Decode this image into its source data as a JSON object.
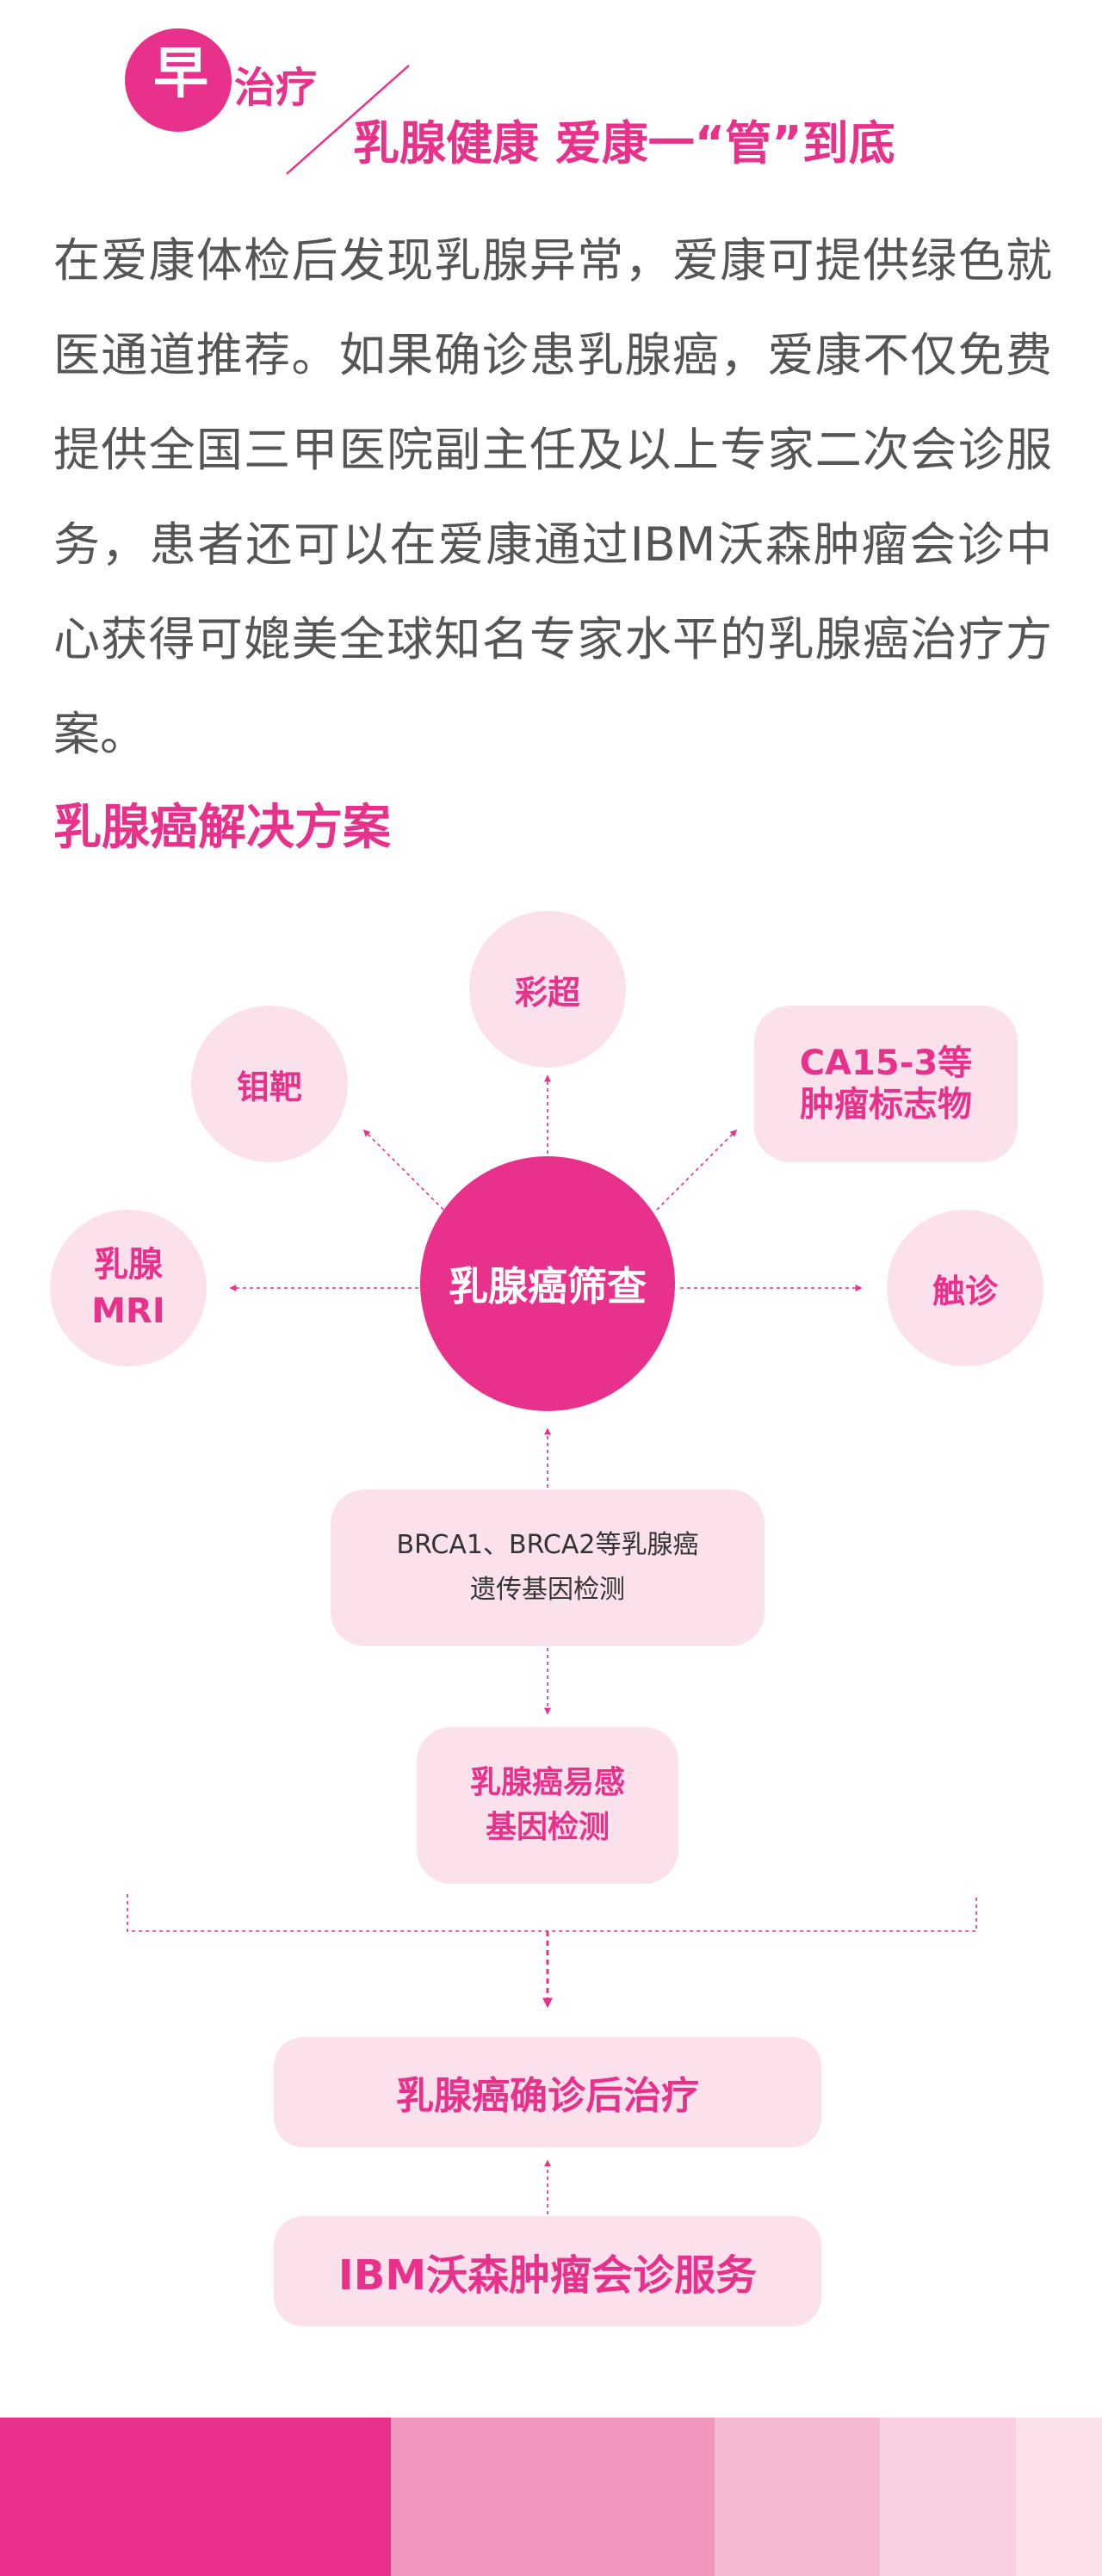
{
  "header": {
    "badge_char": "早",
    "kicker": "治疗",
    "headline": "乳腺健康 爱康一“管”到底"
  },
  "body_text": "在爱康体检后发现乳腺异常，爱康可提供绿色就医通道推荐。如果确诊患乳腺癌，爱康不仅免费提供全国三甲医院副主任及以上专家二次会诊服务，患者还可以在爱康通过IBM沃森肿瘤会诊中心获得可媲美全球知名专家水平的乳腺癌治疗方案。",
  "section_title": "乳腺癌解决方案",
  "diagram": {
    "center": "乳腺癌筛查",
    "nodes": {
      "caichao": "彩超",
      "molybdenum": "钼靶",
      "ca153": "CA15-3等\n肿瘤标志物",
      "mri": "乳腺\nMRI",
      "palpation": "触诊",
      "brca": "BRCA1、BRCA2等乳腺癌\n遗传基因检测",
      "susceptibility": "乳腺癌易感\n基因检测",
      "treatment": "乳腺癌确诊后治疗",
      "ibm": "IBM沃森肿瘤会诊服务"
    }
  },
  "colors": {
    "accent": "#e8318a",
    "node_fill": "#fbe1ec",
    "body_text": "#555555",
    "footer": [
      "#e8318a",
      "#f196bf",
      "#f5b8d3",
      "#f9cfe1",
      "#fbe1ec"
    ]
  }
}
